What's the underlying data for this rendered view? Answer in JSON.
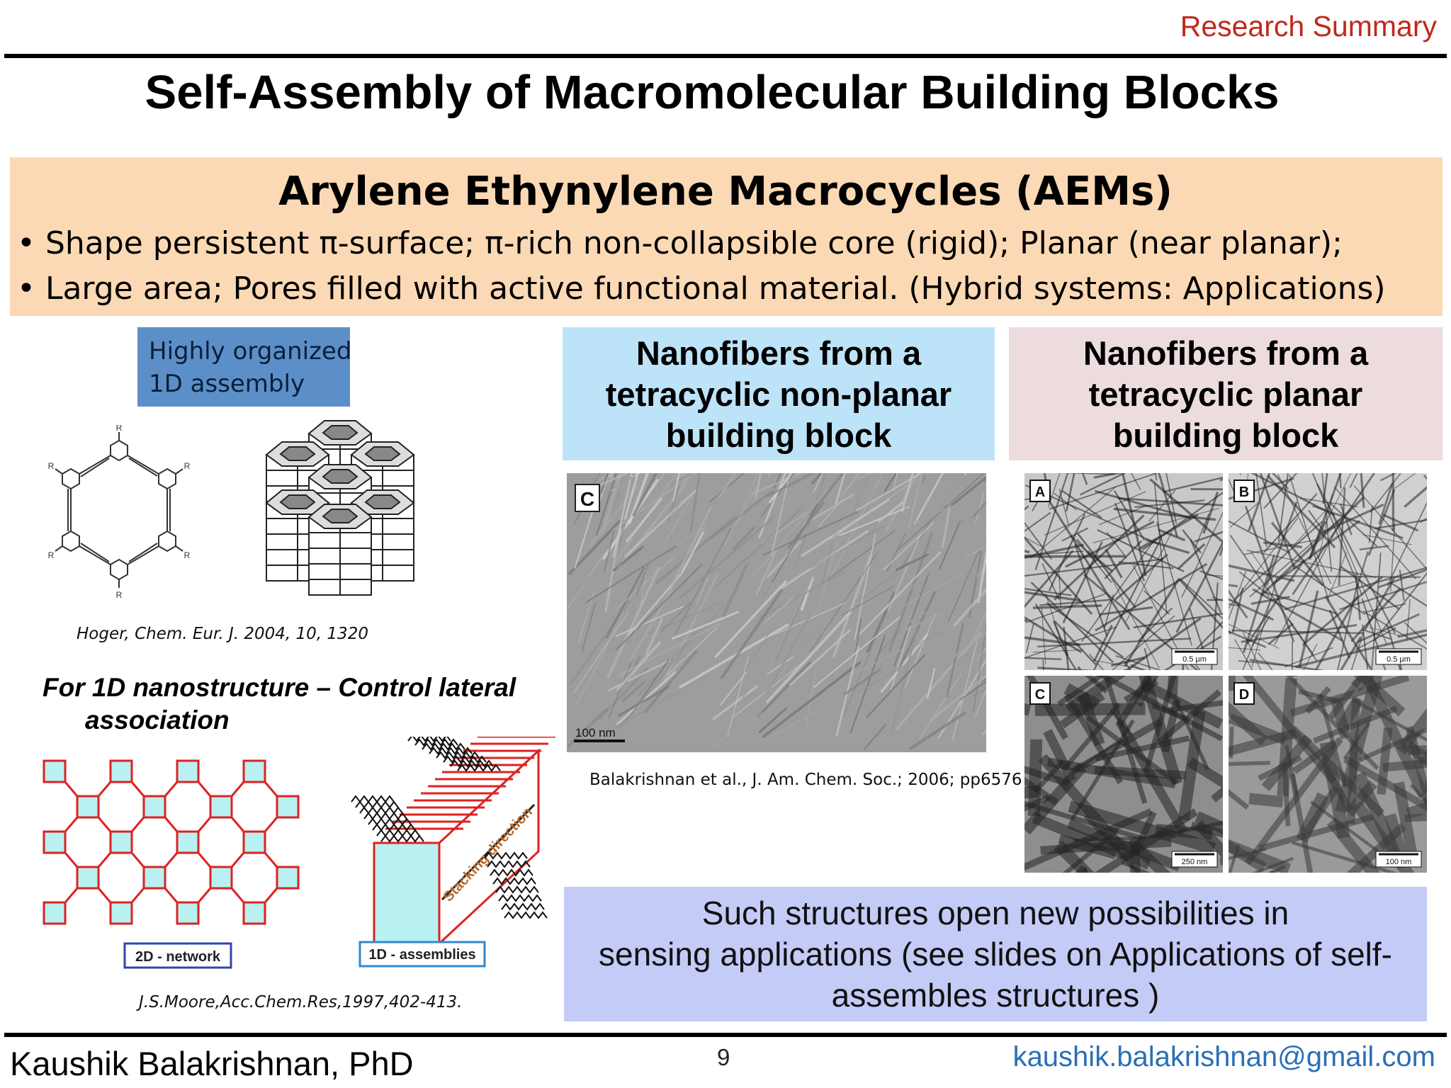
{
  "header": {
    "section_label": "Research Summary",
    "title": "Self-Assembly of Macromolecular Building Blocks"
  },
  "aem": {
    "heading": "Arylene Ethynylene Macrocycles (AEMs)",
    "bullets": [
      "• Shape persistent π-surface; π-rich non-collapsible core (rigid); Planar (near planar);",
      "• Large area;  Pores filled with active functional material. (Hybrid systems: Applications)"
    ]
  },
  "left": {
    "tag_lines": [
      "Highly organized",
      "1D assembly"
    ],
    "molecule_substituent": "R",
    "citation_hoger": "Hoger, Chem. Eur. J. 2004, 10, 1320",
    "lateral_lines": [
      "For 1D nanostructure – Control lateral",
      "association"
    ],
    "network_label": "2D - network",
    "assembly_label": "1D - assemblies",
    "stacking_label": "Stacking direction",
    "citation_moore": "J.S.Moore,Acc.Chem.Res,1997,402-413."
  },
  "nonplanar": {
    "heading_lines": [
      "Nanofibers from a",
      "tetracyclic non-planar",
      "building block"
    ],
    "panel_label": "C",
    "scale_label": "100 nm",
    "citation": "Balakrishnan et al., J. Am. Chem. Soc.; 2006; pp6576"
  },
  "planar": {
    "heading_lines": [
      "Nanofibers from a",
      "tetracyclic planar",
      "building block"
    ],
    "panels": [
      {
        "label": "A",
        "scale": "0.5 µm"
      },
      {
        "label": "B",
        "scale": "0.5 µm"
      },
      {
        "label": "C",
        "scale": "250 nm"
      },
      {
        "label": "D",
        "scale": "100 nm"
      }
    ]
  },
  "applications": {
    "lines": [
      "Such structures open new possibilities in",
      "sensing applications (see slides on Applications of self-",
      "assembles structures )"
    ]
  },
  "footer": {
    "author": "Kaushik Balakrishnan, PhD",
    "page": "9",
    "email": "kaushik.balakrishnan@gmail.com"
  },
  "colors": {
    "section_label": "#c0281d",
    "aem_box": "#fcd9b5",
    "tag_box": "#5c8fc8",
    "nonplanar_box": "#bde3f8",
    "planar_box": "#ecdcde",
    "applications_box": "#c4cbf6",
    "email": "#2a6fb6"
  }
}
